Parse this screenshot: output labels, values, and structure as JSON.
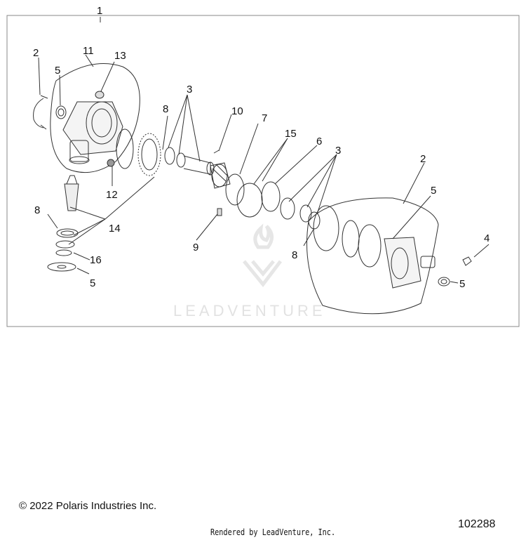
{
  "diagram": {
    "callouts": [
      "1",
      "2",
      "11",
      "13",
      "5",
      "3",
      "8",
      "10",
      "7",
      "15",
      "6",
      "3",
      "2",
      "5",
      "12",
      "8",
      "14",
      "9",
      "4",
      "16",
      "5",
      "8",
      "5"
    ],
    "watermark": "LEADVENTURE"
  },
  "footer": {
    "copyright": "© 2022 Polaris Industries Inc.",
    "rendered_by": "Rendered by LeadVenture, Inc.",
    "diagram_number": "102288"
  },
  "colors": {
    "line": "#333333",
    "frame": "#888888",
    "watermark": "#e2e2e2"
  }
}
